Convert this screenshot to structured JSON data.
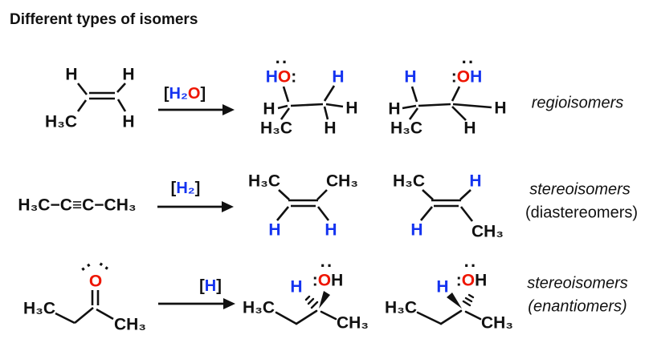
{
  "title": "Different types of isomers",
  "colors": {
    "blue": "#1433f0",
    "red": "#ee1500",
    "black": "#111111"
  },
  "reagents": {
    "hydration": {
      "bracket_open": "[",
      "h2": "H₂",
      "o": "O",
      "bracket_close": "]"
    },
    "hydrogenation": {
      "bracket_open": "[",
      "h2": "H₂",
      "bracket_close": "]"
    },
    "reduction": {
      "bracket_open": "[",
      "h": "H",
      "bracket_close": "]"
    }
  },
  "row_labels": {
    "row1": "regioisomers",
    "row2_main": "stereoisomers",
    "row2_sub": "(diastereomers)",
    "row3_main": "stereoisomers",
    "row3_sub": "(enantiomers)"
  },
  "structures": {
    "propene": {
      "h_top_left": "H",
      "h_top_right": "H",
      "ch3": "H₃C",
      "h_bottom_right": "H"
    },
    "isopropanol": {
      "lone_pair_top": "··",
      "hydroxyl_h": "H",
      "o": "O",
      "lone_pair_side": ":",
      "added_h": "H",
      "h_left": "H",
      "ch3": "H₃C",
      "h_right": "H",
      "h_bottom": "H"
    },
    "propanol": {
      "added_h": "H",
      "lone_pair_side": ":",
      "o": "O",
      "hydroxyl_h": "H",
      "lone_pair_top": "··",
      "h_left": "H",
      "ch3": "H₃C",
      "h_right": "H",
      "h_bottom": "H"
    },
    "butyne": {
      "formula": "H₃C−C≡C−CH₃"
    },
    "cis_butene": {
      "ch3_top_left": "H₃C",
      "ch3_top_right": "CH₃",
      "h_bottom_left": "H",
      "h_bottom_right": "H"
    },
    "trans_butene": {
      "ch3_top_left": "H₃C",
      "h_top_right": "H",
      "h_bottom_left": "H",
      "ch3_bottom_right": "CH₃"
    },
    "butanone": {
      "lone_pair_left": "··",
      "lone_pair_right": "··",
      "o": "O",
      "ch3_left": "H₃C",
      "ch3_right": "CH₃"
    },
    "butanol_left": {
      "lone_pair_top": "··",
      "lone_pair_side": ":",
      "o": "O",
      "hydroxyl_h": "H",
      "added_h": "H",
      "ch3_left": "H₃C",
      "ch3_right": "CH₃"
    },
    "butanol_right": {
      "lone_pair_top": "··",
      "lone_pair_side": ":",
      "o": "O",
      "hydroxyl_h": "H",
      "added_h": "H",
      "ch3_left": "H₃C",
      "ch3_right": "CH₃"
    }
  }
}
